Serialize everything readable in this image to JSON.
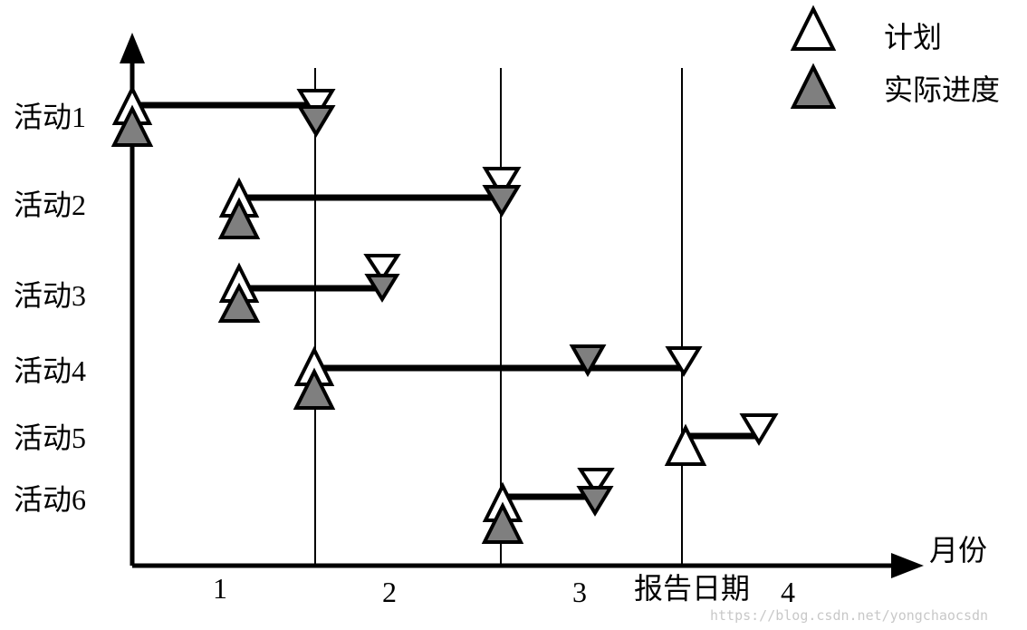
{
  "activities": [
    {
      "id": "a1",
      "label": "活动1"
    },
    {
      "id": "a2",
      "label": "活动2"
    },
    {
      "id": "a3",
      "label": "活动3"
    },
    {
      "id": "a4",
      "label": "活动4"
    },
    {
      "id": "a5",
      "label": "活动5"
    },
    {
      "id": "a6",
      "label": "活动6"
    }
  ],
  "x_axis": {
    "label": "月份",
    "ticks": [
      "1",
      "2",
      "3",
      "4"
    ]
  },
  "report_date_label": "报告日期",
  "legend": {
    "plan": "计划",
    "actual": "实际进度"
  },
  "watermark": "https://blog.csdn.net/yongchaocsdn",
  "colors": {
    "plan_fill": "#ffffff",
    "actual_fill": "#7f7f7f",
    "stroke": "#000000"
  }
}
